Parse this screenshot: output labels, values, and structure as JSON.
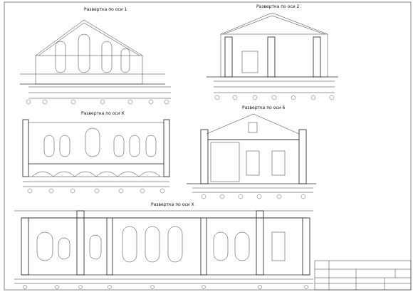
{
  "sheet": {
    "drawings": [
      {
        "title": "Развертка по оси 1"
      },
      {
        "title": "Развертка по оси 2"
      },
      {
        "title": "Развертка по оси К"
      },
      {
        "title": "Развертка по оси 6"
      },
      {
        "title": "Развертка по оси Х"
      }
    ],
    "stamp": {
      "code": "",
      "sheet_label": ""
    }
  }
}
